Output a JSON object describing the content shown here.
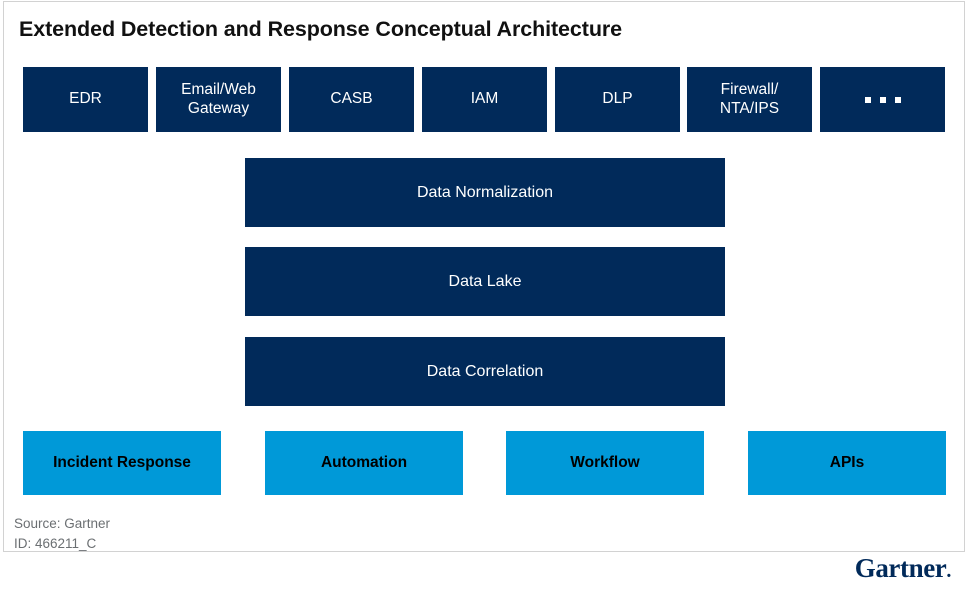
{
  "title": "Extended Detection and Response Conceptual Architecture",
  "colors": {
    "navy": "#012a5a",
    "cyan": "#0099d8",
    "title_text": "#111111",
    "source_text": "#6b6f72",
    "panel_border": "#d2d2d2"
  },
  "sources_row": [
    {
      "label": "EDR"
    },
    {
      "label": "Email/Web\nGateway"
    },
    {
      "label": "CASB"
    },
    {
      "label": "IAM"
    },
    {
      "label": "DLP"
    },
    {
      "label": "Firewall/\nNTA/IPS"
    },
    {
      "label": "",
      "icon": "ellipsis-dots-icon"
    }
  ],
  "pipeline_stack": [
    {
      "label": "Data Normalization"
    },
    {
      "label": "Data Lake"
    },
    {
      "label": "Data Correlation"
    }
  ],
  "capabilities_row": [
    {
      "label": "Incident Response"
    },
    {
      "label": "Automation"
    },
    {
      "label": "Workflow"
    },
    {
      "label": "APIs"
    }
  ],
  "footer": {
    "source": "Source: Gartner",
    "id": "ID: 466211_C",
    "combined": "Source: Gartner\nID: 466211_C"
  },
  "brand": {
    "name": "Gartner",
    "mark": "."
  }
}
